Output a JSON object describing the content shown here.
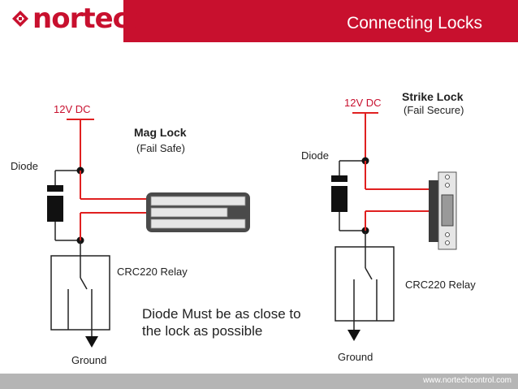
{
  "header": {
    "brand": "nortech",
    "title": "Connecting Locks"
  },
  "mag_lock": {
    "supply_label": "12V DC",
    "lock_name": "Mag Lock",
    "lock_type": "(Fail Safe)",
    "diode_label": "Diode",
    "relay_label": "CRC220 Relay",
    "ground_label": "Ground"
  },
  "strike_lock": {
    "supply_label": "12V DC",
    "lock_name": "Strike Lock",
    "lock_type": "(Fail Secure)",
    "diode_label": "Diode",
    "relay_label": "CRC220 Relay",
    "ground_label": "Ground"
  },
  "note": {
    "line1": "Diode Must be as close to",
    "line2": "the lock as possible"
  },
  "footer": {
    "url": "www.nortechcontrol.com"
  },
  "colors": {
    "brand_red": "#c8102e",
    "wire_red": "#e02020",
    "wire_black": "#222222",
    "footer_gray": "#b5b5b5"
  }
}
